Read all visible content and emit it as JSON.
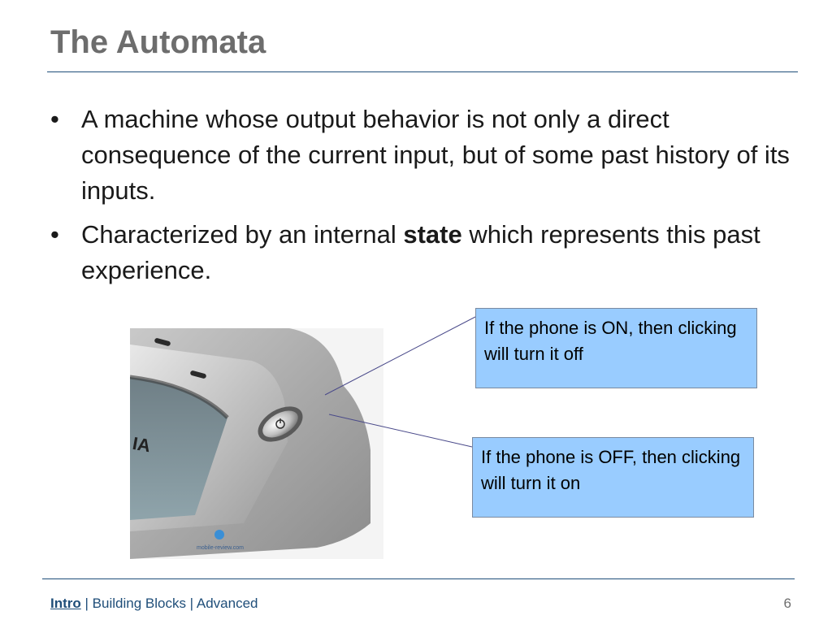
{
  "slide": {
    "title": "The Automata",
    "bullets": [
      {
        "text": "A machine whose output behavior is not only a direct consequence of the current input, but of some past history of its inputs."
      },
      {
        "before": "Characterized by an internal ",
        "bold": "state",
        "after": " which represents this past experience."
      }
    ],
    "bullet_glyph": "•"
  },
  "callouts": {
    "on": "If the phone is ON, then clicking will turn it off",
    "off": "If the phone is OFF, then clicking will turn it on"
  },
  "photo": {
    "brand_fragment": "IA",
    "watermark": "mobile-review.com"
  },
  "footer": {
    "current": "Intro",
    "sep1": " | ",
    "item2": "Building Blocks",
    "sep2": " | ",
    "item3": "Advanced",
    "page_number": "6"
  },
  "colors": {
    "title": "#6d6d6d",
    "rule": "#1f4e79",
    "callout_fill": "#99ccff",
    "footer_text": "#1f4e79"
  }
}
